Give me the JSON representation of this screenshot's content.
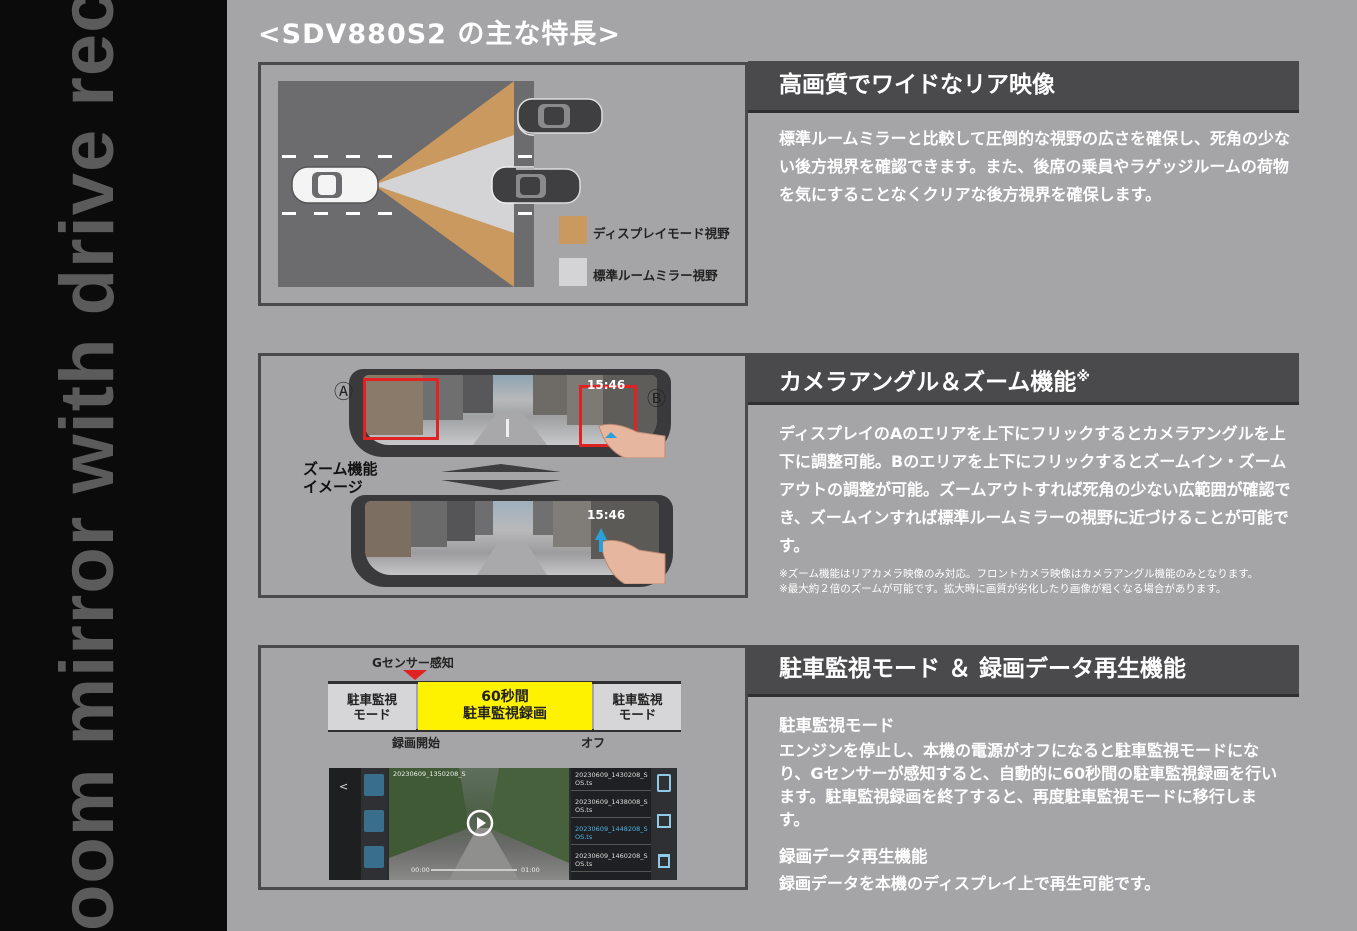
{
  "side_band": {
    "text": "oom mirror with drive recorder"
  },
  "page_heading": "<SDV880S2  の主な特長>",
  "features": [
    {
      "title": "高画質でワイドなリア映像",
      "body": "標準ルームミラーと比較して圧倒的な視野の広さを確保し、死角の少ない後方視界を確認できます。また、後席の乗員やラゲッジルームの荷物を気にすることなくクリアな後方視界を確保します。"
    },
    {
      "title": "カメラアングル＆ズーム機能",
      "title_mark": "※",
      "body": "ディスプレイのAのエリアを上下にフリックするとカメラアングルを上下に調整可能。Bのエリアを上下にフリックするとズームイン・ズームアウトの調整が可能。ズームアウトすれば死角の少ない広範囲が確認でき、ズームインすれば標準ルームミラーの視野に近づけることが可能です。",
      "notes": [
        "※ズーム機能はリアカメラ映像のみ対応。フロントカメラ映像はカメラアングル機能のみとなります。",
        "※最大約２倍のズームが可能です。拡大時に画質が劣化したり画像が粗くなる場合があります。"
      ]
    },
    {
      "title": "駐車監視モード ＆ 録画データ再生機能",
      "sub1_head": "駐車監視モード",
      "sub1_body": "エンジンを停止し、本機の電源がオフになると駐車監視モードになり、Gセンサーが感知すると、自動的に60秒間の駐車監視録画を行います。駐車監視録画を終了すると、再度駐車監視モードに移行します。",
      "sub2_head": "録画データ再生機能",
      "sub2_body": "録画データを本機のディスプレイ上で再生可能です。"
    }
  ],
  "panel1": {
    "legend": [
      {
        "label": "ディスプレイモード視野",
        "color": "#c9995f"
      },
      {
        "label": "標準ルームミラー視野",
        "color": "#d4d4d6"
      }
    ]
  },
  "panel2": {
    "label_a": "Ⓐ",
    "label_b": "Ⓑ",
    "zoom_label_1": "ズーム機能",
    "zoom_label_2": "イメージ",
    "time_top": "15:46",
    "time_bottom": "15:46"
  },
  "panel3": {
    "sensor_label": "Gセンサー感知",
    "box_left_1": "駐車監視",
    "box_left_2": "モード",
    "box_center_1": "60秒間",
    "box_center_2": "駐車監視録画",
    "box_right_1": "駐車監視",
    "box_right_2": "モード",
    "start_label": "録画開始",
    "off_label": "オフ",
    "ui": {
      "back": "<",
      "filename": "20230609_1350208_S",
      "time_start": "00:00",
      "time_end": "01:00",
      "files": [
        {
          "name": "20230609_1430208_S",
          "ext": "OS.ts"
        },
        {
          "name": "20230609_1438008_S",
          "ext": "OS.ts"
        },
        {
          "name": "20230609_1448208_S",
          "ext": "OS.ts"
        },
        {
          "name": "20230609_1460208_S",
          "ext": "OS.ts"
        }
      ]
    }
  }
}
